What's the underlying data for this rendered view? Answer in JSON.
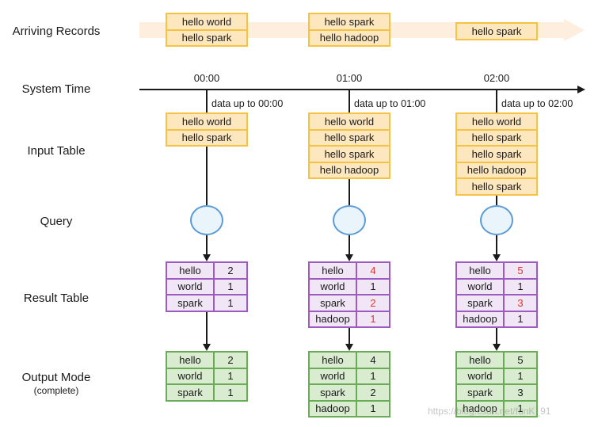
{
  "labels": {
    "arriving": "Arriving Records",
    "system_time": "System Time",
    "input_table": "Input Table",
    "query": "Query",
    "result_table": "Result Table",
    "output_mode": "Output Mode",
    "output_mode_sub": "(complete)"
  },
  "times": [
    "00:00",
    "01:00",
    "02:00"
  ],
  "data_notes": [
    "data up to 00:00",
    "data up to 01:00",
    "data up to 02:00"
  ],
  "arriving": [
    [
      "hello world",
      "hello spark"
    ],
    [
      "hello spark",
      "hello hadoop"
    ],
    [
      "hello spark"
    ]
  ],
  "input_tables": [
    [
      "hello world",
      "hello spark"
    ],
    [
      "hello world",
      "hello spark",
      "hello spark",
      "hello hadoop"
    ],
    [
      "hello world",
      "hello spark",
      "hello spark",
      "hello hadoop",
      "hello spark"
    ]
  ],
  "result_tables": [
    [
      [
        "hello",
        "2"
      ],
      [
        "world",
        "1"
      ],
      [
        "spark",
        "1"
      ]
    ],
    [
      [
        "hello",
        "4"
      ],
      [
        "world",
        "1"
      ],
      [
        "spark",
        "2"
      ],
      [
        "hadoop",
        "1"
      ]
    ],
    [
      [
        "hello",
        "5"
      ],
      [
        "world",
        "1"
      ],
      [
        "spark",
        "3"
      ],
      [
        "hadoop",
        "1"
      ]
    ]
  ],
  "changed_counts": [
    [],
    [
      "hello",
      "spark",
      "hadoop"
    ],
    [
      "hello",
      "spark"
    ]
  ],
  "output_tables": [
    [
      [
        "hello",
        "2"
      ],
      [
        "world",
        "1"
      ],
      [
        "spark",
        "1"
      ]
    ],
    [
      [
        "hello",
        "4"
      ],
      [
        "world",
        "1"
      ],
      [
        "spark",
        "2"
      ],
      [
        "hadoop",
        "1"
      ]
    ],
    [
      [
        "hello",
        "5"
      ],
      [
        "world",
        "1"
      ],
      [
        "spark",
        "3"
      ],
      [
        "hadoop",
        "1"
      ]
    ]
  ],
  "watermark": "https://blog.csdn.net/funK_91",
  "colors": {
    "input_fill": "#fde7bf",
    "input_border": "#f5c242",
    "result_fill": "#f1e6f6",
    "result_border": "#9d5bbf",
    "output_fill": "#d9ecd0",
    "output_border": "#6aab57",
    "query_fill": "#eaf5fb",
    "query_border": "#5b9bd5",
    "changed_text": "#e2342b"
  }
}
